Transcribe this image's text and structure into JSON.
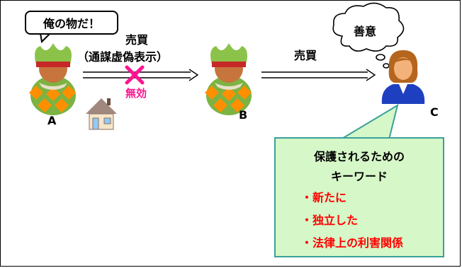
{
  "speech_a": "俺の物だ！",
  "sale1_label": "売買",
  "sale1_note": "（通謀虚偽表示）",
  "void_label": "無効",
  "sale2_label": "売買",
  "thought_c": "善意",
  "persons": {
    "a": "A",
    "b": "B",
    "c": "C"
  },
  "keyword_box": {
    "title1": "保護されるための",
    "title2": "キーワード",
    "items": [
      "・新たに",
      "・独立した",
      "・法律上の利害関係"
    ]
  },
  "colors": {
    "void": "#ff1493",
    "keyword": "#ff0000",
    "box_fill": "#d6f7c8",
    "box_border": "#3aa19a"
  }
}
